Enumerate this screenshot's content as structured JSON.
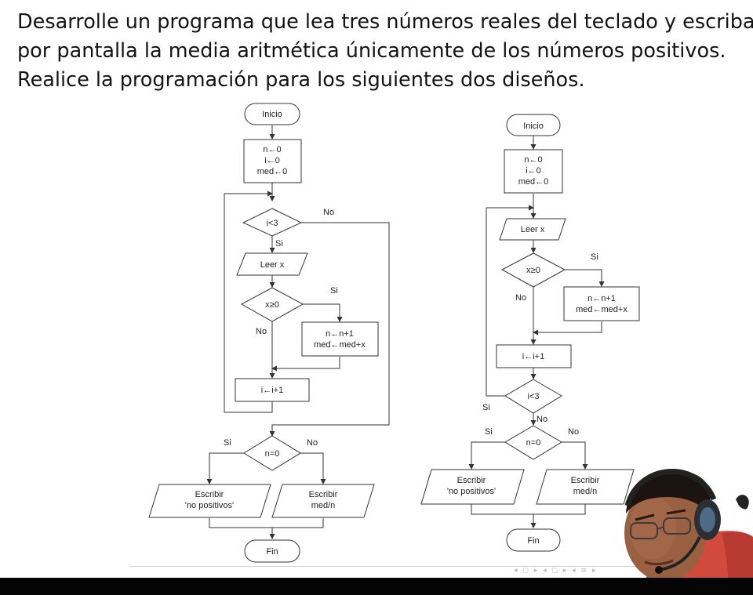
{
  "task": {
    "line1": "Desarrolle un programa que lea tres números reales del teclado y escriba",
    "line2": "por pantalla la media aritmética únicamente de los números positivos.",
    "line3": "Realice la programación para los siguientes dos diseños."
  },
  "left_flowchart": {
    "start": "Inicio",
    "init": [
      "n←0",
      "i←0",
      "med←0"
    ],
    "cond_loop": "i<3",
    "cond_loop_yes": "Si",
    "cond_loop_no": "No",
    "read": "Leer x",
    "cond_x": "x≥0",
    "cond_x_yes": "Si",
    "cond_x_no": "No",
    "update": [
      "n←n+1",
      "med←med+x"
    ],
    "increment": "i←i+1",
    "cond_n": "n=0",
    "cond_n_yes": "Si",
    "cond_n_no": "No",
    "out_yes": [
      "Escribir",
      "'no positivos'"
    ],
    "out_no": [
      "Escribir",
      "med/n"
    ],
    "end": "Fin"
  },
  "right_flowchart": {
    "start": "Inicio",
    "init": [
      "n←0",
      "i←0",
      "med←0"
    ],
    "read": "Leer x",
    "cond_x": "x≥0",
    "cond_x_yes": "Si",
    "cond_x_no": "No",
    "update": [
      "n←n+1",
      "med←med+x"
    ],
    "increment": "i←i+1",
    "cond_loop": "i<3",
    "cond_loop_yes": "Si",
    "cond_loop_no": "No",
    "cond_n": "n=0",
    "cond_n_yes": "Si",
    "cond_n_no": "No",
    "out_yes": [
      "Escribir",
      "'no positivos'"
    ],
    "out_no": [
      "Escribir",
      "med/n"
    ],
    "end": "Fin"
  },
  "colors": {
    "text": "#141414",
    "line": "#333333",
    "bar": "#050505"
  },
  "nav_symbols": "◂ ◻ ▸ ◂ ◻ ▸ ◂ ≡ ▸"
}
